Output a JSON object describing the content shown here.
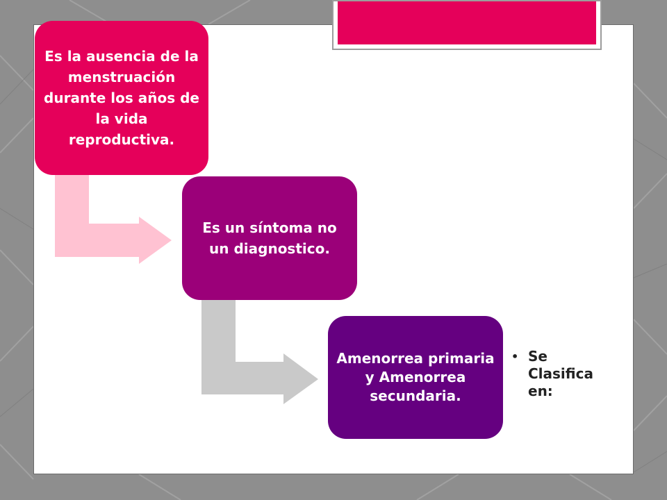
{
  "diagram": {
    "steps": [
      {
        "text": "Es la ausencia de la menstruación durante los años de la vida reproductiva.",
        "color": "#e5005a"
      },
      {
        "text": "Es un síntoma no un diagnostico.",
        "color": "#9b0079"
      },
      {
        "text": "Amenorrea primaria y Amenorrea secundaria.",
        "color": "#650080"
      }
    ],
    "note": {
      "bullet": "•",
      "text": "Se Clasifica en:"
    },
    "connector_colors": [
      "#ffc2d2",
      "#c9c9c9"
    ]
  },
  "title_bar_color": "#e5005a"
}
